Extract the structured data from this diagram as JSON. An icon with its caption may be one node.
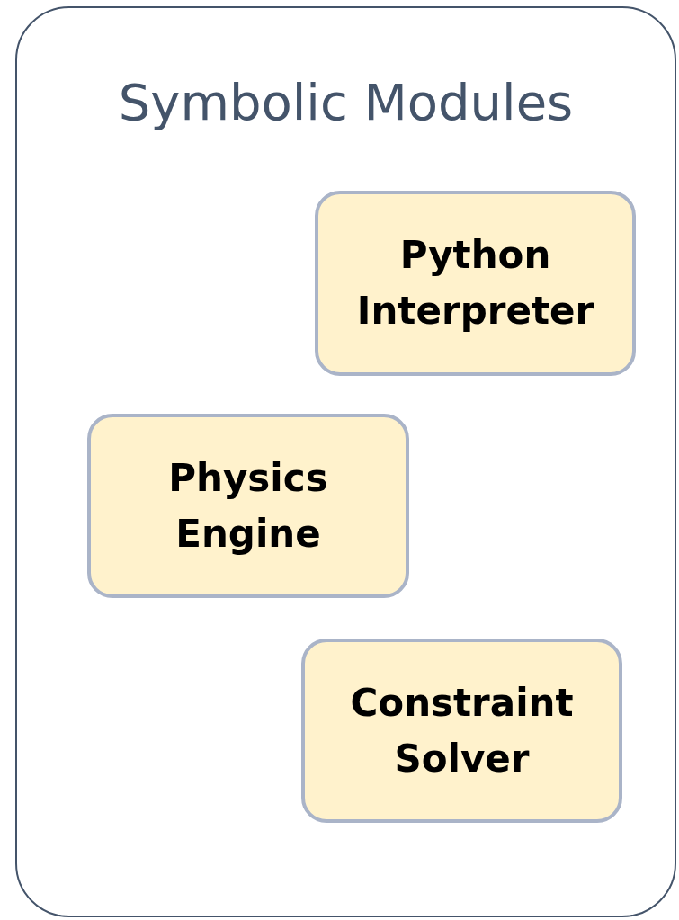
{
  "diagram": {
    "nodes": [
      {
        "text": [
          "Symbolic Modules"
        ]
      },
      {
        "text": [
          "Python Interpreter"
        ],
        "in": 0
      },
      {
        "text": [
          "Physics Engine"
        ],
        "in": 0
      },
      {
        "text": [
          "Constraint Solver"
        ],
        "in": 0
      }
    ]
  }
}
